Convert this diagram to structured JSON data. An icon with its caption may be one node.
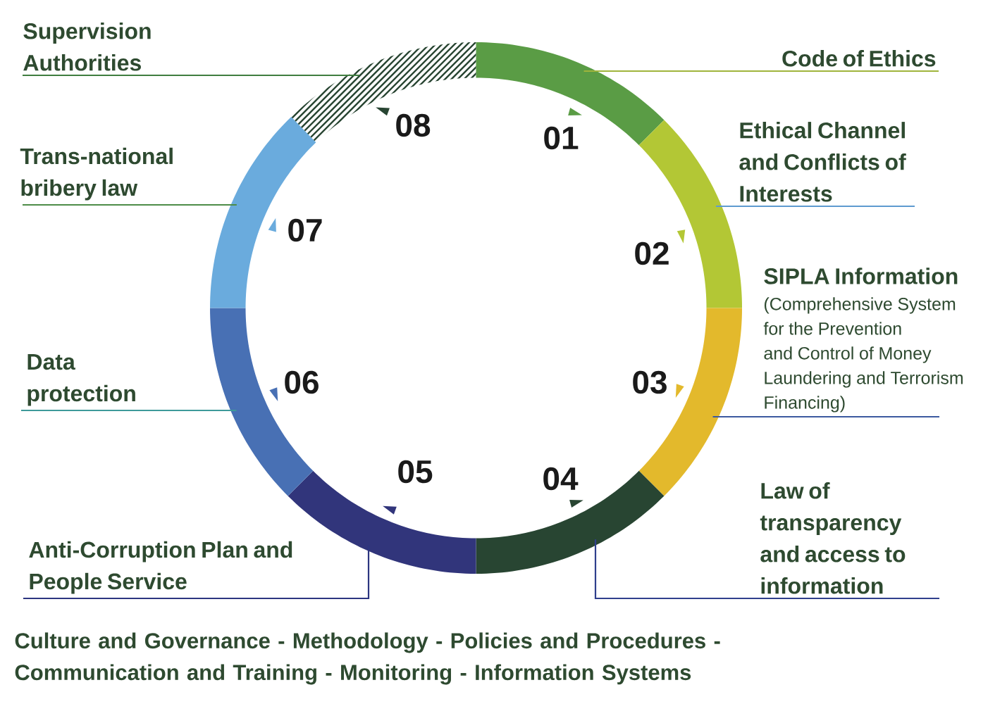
{
  "diagram": {
    "nodes": [
      {
        "text": [],
        "shape": "arc"
      },
      {
        "text": [],
        "shape": "arc"
      },
      {
        "text": [],
        "shape": "arc"
      },
      {
        "text": [],
        "shape": "arc"
      },
      {
        "text": [],
        "shape": "arc"
      },
      {
        "text": [],
        "shape": "arc"
      },
      {
        "text": [],
        "shape": "arc"
      },
      {
        "text": [],
        "shape": "arc"
      },
      {
        "text": [
          "Code of Ethics"
        ]
      },
      {
        "text": [
          "Ethical Channel and Conflicts of Interests"
        ]
      },
      {
        "text": [
          "SIPLA Information",
          "(Comprehensive System for the Prevention and Control of Money Laundering and Terrorism Financing)"
        ]
      },
      {
        "text": [
          "Law of transparency and access to information"
        ]
      },
      {
        "text": [
          "Anti-Corruption Plan and People Service"
        ]
      },
      {
        "text": [
          "Data protection"
        ]
      },
      {
        "text": [
          "Trans-national bribery law"
        ]
      },
      {
        "text": [
          "Supervision Authorities"
        ]
      }
    ],
    "edges": [
      {
        "from": 8,
        "to": 0,
        "arrow": "none",
        "color": "#9fb43c"
      },
      {
        "from": 9,
        "to": 1,
        "arrow": "none",
        "color": "#5e9bd0"
      },
      {
        "from": 10,
        "to": 2,
        "arrow": "none",
        "color": "#3c5aa0"
      },
      {
        "from": 11,
        "to": 3,
        "arrow": "none",
        "color": "#2f3f8c"
      },
      {
        "from": 12,
        "to": 4,
        "arrow": "none",
        "color": "#2c3580"
      },
      {
        "from": 13,
        "to": 5,
        "arrow": "none",
        "color": "#3e9a9a"
      },
      {
        "from": 14,
        "to": 6,
        "arrow": "none",
        "color": "#4d8c48"
      },
      {
        "from": 15,
        "to": 7,
        "arrow": "none",
        "color": "#3f7d3f"
      }
    ],
    "labels": [
      "01",
      "02",
      "03",
      "04",
      "05",
      "06",
      "07",
      "08",
      "Culture and Governance - Methodology - Policies and Procedures - Communication and Training - Monitoring - Information Systems"
    ]
  }
}
